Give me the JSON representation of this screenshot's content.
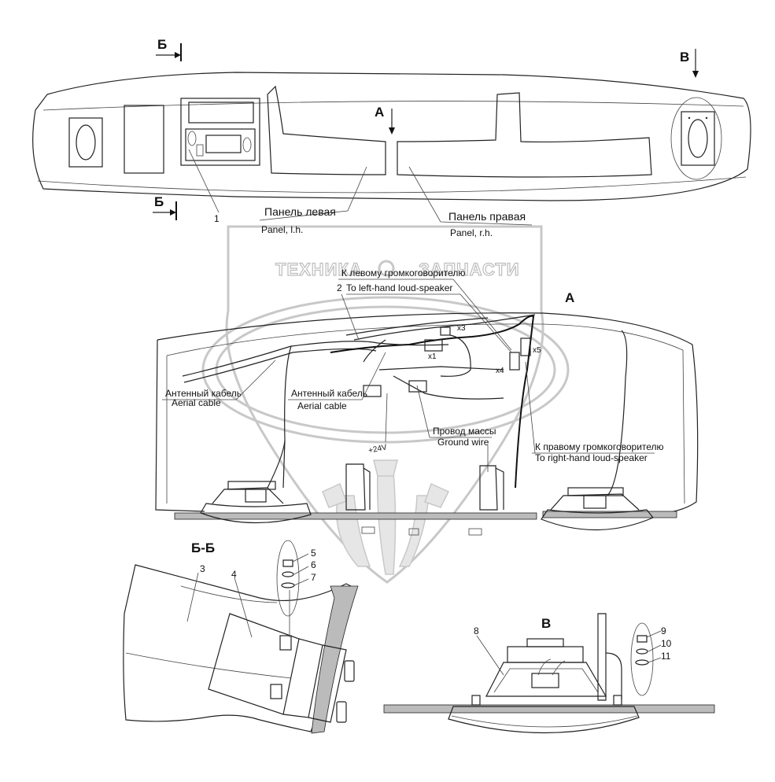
{
  "watermark": {
    "text_left": "ТЕХНИКА",
    "text_right": "ЗАПЧАСТИ"
  },
  "views": {
    "section_b_top": "Б",
    "section_b_bottom": "Б",
    "view_v": "В",
    "view_a": "А",
    "view_a_title": "А",
    "section_bb_title": "Б-Б",
    "view_v_title": "В"
  },
  "labels": {
    "panel_left_ru": "Панель левая",
    "panel_left_en": "Panel, l.h.",
    "panel_right_ru": "Панель правая",
    "panel_right_en": "Panel, r.h.",
    "left_speaker_ru": "К левому громкоговорителю",
    "left_speaker_en": "To left-hand loud-speaker",
    "aerial1_ru": "Антенный кабель",
    "aerial1_en": "Aerial cable",
    "aerial2_ru": "Антенный кабель",
    "aerial2_en": "Aerial cable",
    "ground_ru": "Провод массы",
    "ground_en": "Ground wire",
    "right_speaker_ru": "К правому громкоговорителю",
    "right_speaker_en": "To right-hand loud-speaker",
    "plus24": "+24V"
  },
  "connectors": {
    "x1": "x1",
    "x3": "x3",
    "x4": "x4",
    "x5": "x5"
  },
  "positions": {
    "p1": "1",
    "p2": "2",
    "p3": "3",
    "p4": "4",
    "p5": "5",
    "p6": "6",
    "p7": "7",
    "p8": "8",
    "p9": "9",
    "p10": "10",
    "p11": "11"
  }
}
